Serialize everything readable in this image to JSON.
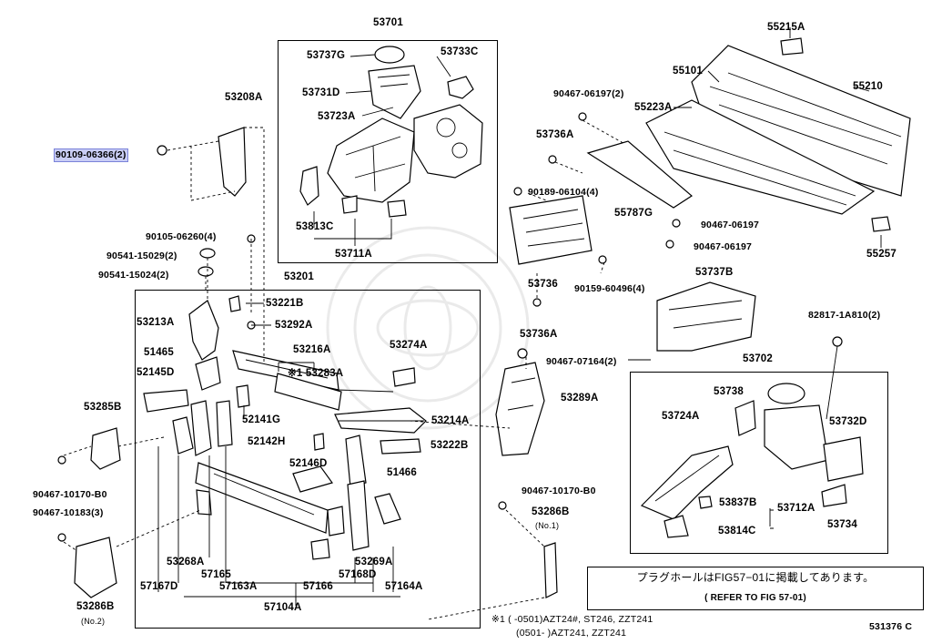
{
  "watermark": "TOYOTA seal",
  "highlight_color": "#c9cdf5",
  "boxes": {
    "box_53701": "53701",
    "box_53201": "53201",
    "box_53702": "53702"
  },
  "labels": {
    "p53737G": "53737G",
    "p53733C": "53733C",
    "p53731D": "53731D",
    "p53723A": "53723A",
    "p53813C": "53813C",
    "p53711A": "53711A",
    "p53208A": "53208A",
    "p90109": "90109-06366(2)",
    "p90105": "90105-06260(4)",
    "p90541a": "90541-15029(2)",
    "p90541b": "90541-15024(2)",
    "p53221B": "53221B",
    "p53213A": "53213A",
    "p53292A": "53292A",
    "p51465": "51465",
    "p53216A": "53216A",
    "p53274A": "53274A",
    "p53283A": "※1 53283A",
    "p52145D": "52145D",
    "p52141G": "52141G",
    "p53214A": "53214A",
    "p52142H": "52142H",
    "p53222B": "53222B",
    "p52146D": "52146D",
    "p51466": "51466",
    "p53285B": "53285B",
    "p90467_10170a": "90467-10170-B0",
    "p90467_10183": "90467-10183(3)",
    "p53268A": "53268A",
    "p57165": "57165",
    "p53269A": "53269A",
    "p57167D": "57167D",
    "p57163A": "57163A",
    "p57166": "57166",
    "p57168D": "57168D",
    "p57164A": "57164A",
    "p57104A": "57104A",
    "p53286B_left": "53286B",
    "p53286B_left_sub": "(No.2)",
    "p90467_06197a": "90467-06197(2)",
    "p53736A_top": "53736A",
    "p90189": "90189-06104(4)",
    "p53736": "53736",
    "p90159": "90159-60496(4)",
    "p53736A_bot": "53736A",
    "p90467_07164": "90467-07164(2)",
    "p53289A": "53289A",
    "p90467_10170b": "90467-10170-B0",
    "p53286B_right": "53286B",
    "p53286B_right_sub": "(No.1)",
    "p55215A": "55215A",
    "p55101": "55101",
    "p55210": "55210",
    "p55223A": "55223A",
    "p55787G": "55787G",
    "p90467_06197b": "90467-06197",
    "p90467_06197c": "90467-06197",
    "p55257": "55257",
    "p53737B": "53737B",
    "p82817": "82817-1A810(2)",
    "p53738": "53738",
    "p53724A": "53724A",
    "p53732D": "53732D",
    "p53837B": "53837B",
    "p53712A": "53712A",
    "p53814C": "53814C",
    "p53734": "53734"
  },
  "note": {
    "line1": "プラグホールはFIG57−01に掲載してあります。",
    "line2": "( REFER TO FIG 57-01)"
  },
  "footnote": {
    "line1": "※1 (    -0501)AZT24#, ST246, ZZT241",
    "line2": "(0501-    )AZT241, ZZT241"
  },
  "figure_code": "531376 C"
}
